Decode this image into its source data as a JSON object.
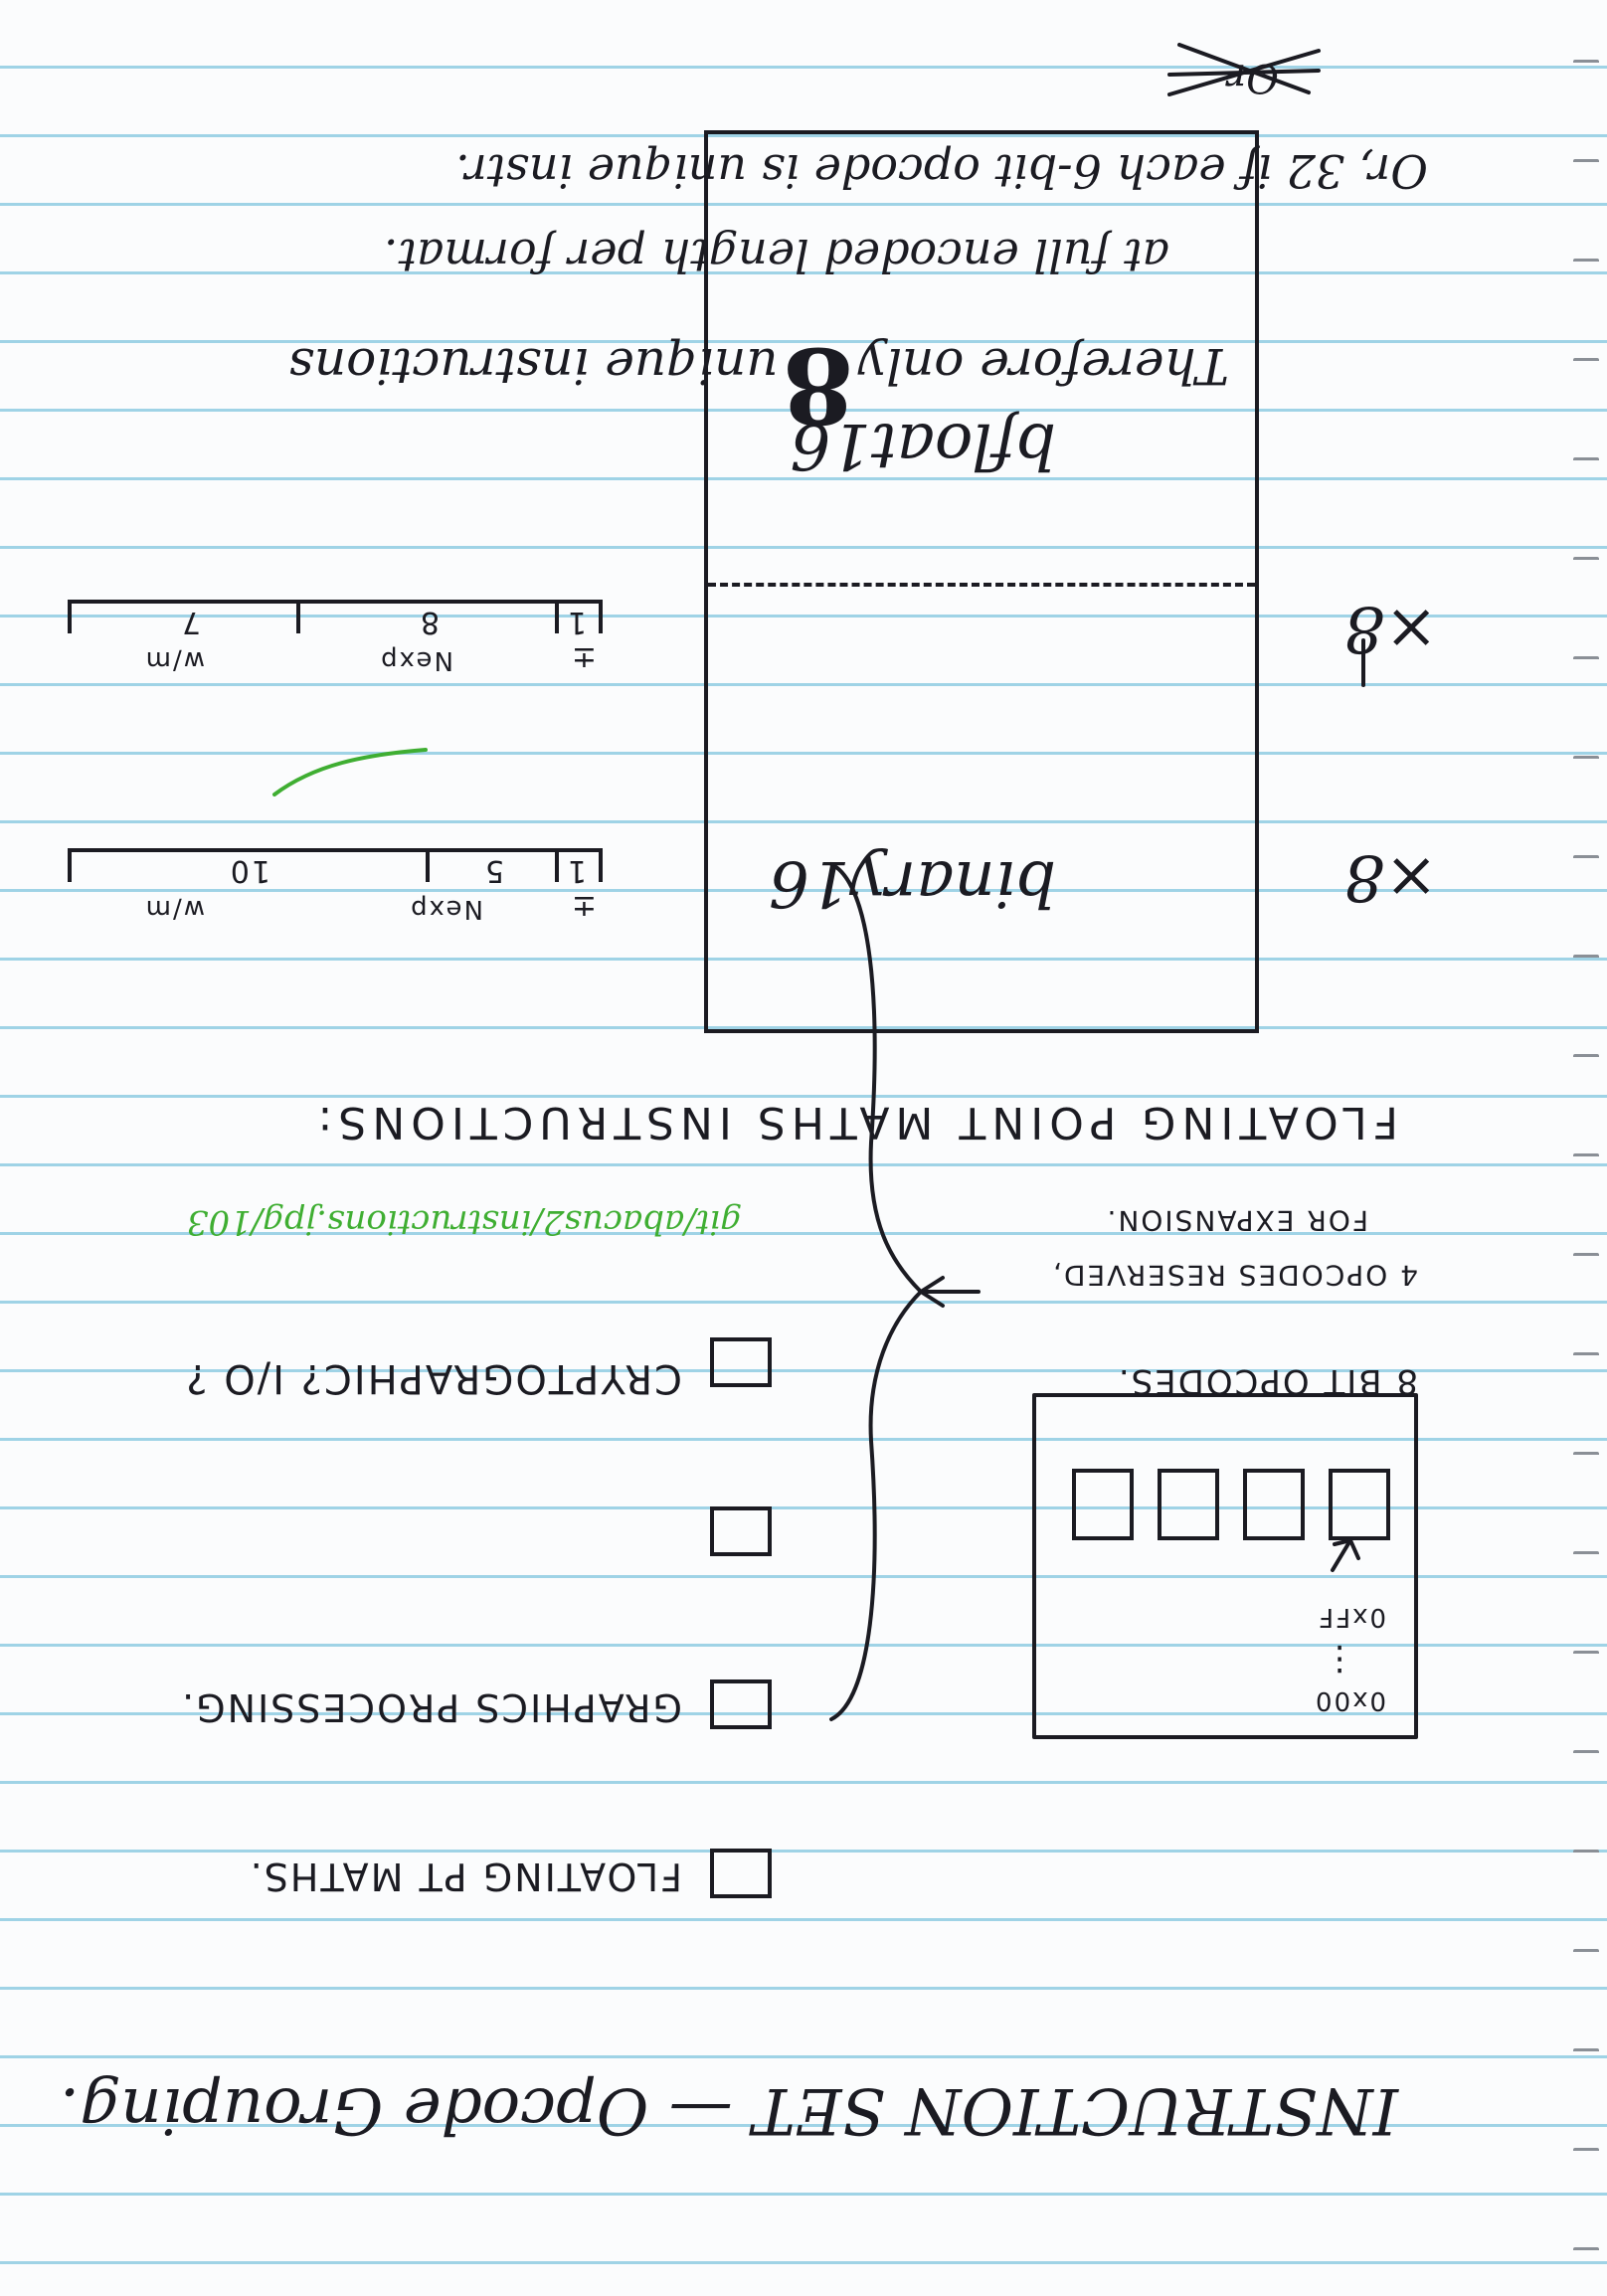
{
  "heading": "INSTRUCTION SET — Opcode Grouping.",
  "opcode_table": {
    "first": "0x00",
    "dots": "⋮",
    "last": "0xFF"
  },
  "groups": [
    "FLOATING PT MATHS.",
    "GRAPHICS PROCESSING.",
    "",
    "CRYPTOGRAPHIC? I/O ?"
  ],
  "notes": {
    "bit_opcodes": "8 BIT OPCODES.",
    "reserved_line1": "4 OPCODES RESERVED,",
    "reserved_line2": "FOR EXPANSION."
  },
  "repo_link": "git/abacus2/instructions.jpg/103",
  "section_title": "FLOATING POINT MATHS INSTRUCTIONS:",
  "formats": [
    {
      "name": "binary16",
      "multiplier": "×8",
      "fields": [
        {
          "label": "±",
          "bits": "1"
        },
        {
          "label": "Nexp",
          "bits": "5"
        },
        {
          "label": "w/m",
          "bits": "10"
        }
      ]
    },
    {
      "name": "bfloat16",
      "multiplier": "×8",
      "fields": [
        {
          "label": "±",
          "bits": "1"
        },
        {
          "label": "Nexp",
          "bits": "8"
        },
        {
          "label": "w/m",
          "bits": "7"
        }
      ]
    }
  ],
  "conclusion": {
    "line1_prefix": "Therefore only",
    "line1_number": "8",
    "line1_suffix": "unique instructions",
    "line2": "at full encoded length per format.",
    "line3": "Or, 32 if each 6-bit opcode is unique instr.",
    "crossed": "Or"
  }
}
